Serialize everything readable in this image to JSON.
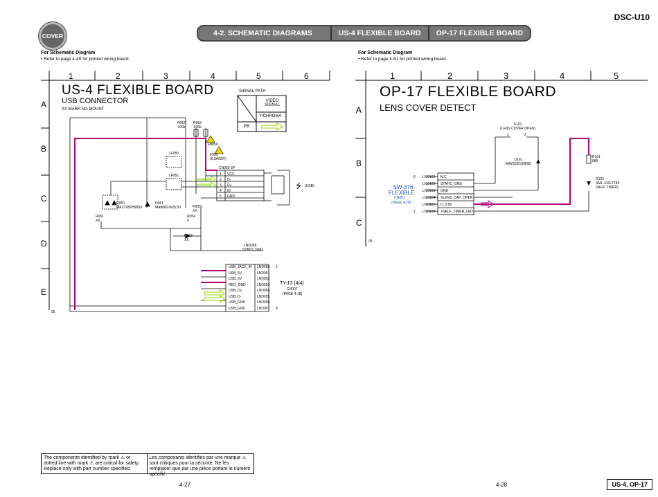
{
  "header": {
    "model": "DSC-U10",
    "cover_label": "COVER",
    "tabs": [
      "4-2. SCHEMATIC DIAGRAMS",
      "US-4 FLEXIBLE BOARD",
      "OP-17 FLEXIBLE BOARD"
    ]
  },
  "left": {
    "note_title": "For Schematic Diagram",
    "note_body": "• Refer to page 4-49 for printed wiring board.",
    "columns": [
      "1",
      "2",
      "3",
      "4",
      "5",
      "6"
    ],
    "rows": [
      "A",
      "B",
      "C",
      "D",
      "E"
    ],
    "board_title": "US-4 FLEXIBLE BOARD",
    "subtitle": "USB CONNECTOR",
    "mark_note": "XX MARK:NO MOUNT",
    "signal_path": {
      "title": "SIGNAL PATH",
      "video": "VIDEO SIGNAL",
      "ychroma": "Y/CHROMA",
      "pb": "PB"
    },
    "parts": {
      "r052": "R052\n100k",
      "r053": "R053\n330k",
      "fb050": "FB050",
      "f050": "F050\n(0.5A/50V)",
      "lf050": "LF050",
      "lf051": "LF051",
      "d050": "D050\nMAZT082H08S0",
      "d051": "D051\nMA8082-(K8).S0",
      "fb051": "FB051\nXX",
      "r051": "R051\nXX",
      "r054": "R054\n0",
      "d052": "D052\nXX",
      "cn050": "CN050   5P",
      "usb": "(USB)",
      "lnd058": "LND058",
      "static_gnd": "STATIC GND"
    },
    "cn050_pins": [
      [
        "1",
        "VCC"
      ],
      [
        "2",
        "D-"
      ],
      [
        "3",
        "D+"
      ],
      [
        "4",
        "ID"
      ],
      [
        "5",
        "GND"
      ]
    ],
    "connector_lines": [
      [
        "USB_JACK_IN",
        "LND050"
      ],
      [
        "USB_5V",
        "LND051"
      ],
      [
        "USB_5V",
        "LND052"
      ],
      [
        "REG_GND",
        "LND053"
      ],
      [
        "USB_D+",
        "LND054"
      ],
      [
        "USB_D-",
        "LND055"
      ],
      [
        "USB_GND",
        "LND056"
      ],
      [
        "USB_GND",
        "LND057"
      ]
    ],
    "ty13": "TY-13 (4/4)",
    "cn007": "CN007",
    "ty_page": "(PAGE 4-18)",
    "pin1": "1",
    "pin8": "8",
    "footer_code": "05",
    "page_num": "4-27"
  },
  "right": {
    "note_title": "For Schematic Diagram",
    "note_body": "• Refer to page 4-51 for printed wiring board.",
    "columns": [
      "1",
      "2",
      "3",
      "4",
      "5"
    ],
    "rows": [
      "A",
      "B",
      "C"
    ],
    "board_title": "OP-17 FLEXIBLE BOARD",
    "subtitle": "LENS COVER DETECT",
    "parts": {
      "s101": "S101\n(LENS COVER OPEN)",
      "d101": "D101\nMAZS051008S0",
      "r101": "R101\n680",
      "d102": "D102\nSML-310LTT86\n(SELF TIMER)",
      "sw376": "SW-376",
      "flexible": "FLEXIBLE",
      "cn001": "CN001",
      "sw_page": "(PAGE 4-29)"
    },
    "connector_lines": [
      [
        "LND101",
        "N.C."
      ],
      [
        "LND102",
        "STATIC_GND"
      ],
      [
        "LND103",
        "GND"
      ],
      [
        "LND104",
        "XLENS_CAP_OPEN"
      ],
      [
        "LND105",
        "D_2.8V"
      ],
      [
        "LND106",
        "XSELF_TIMER_LED"
      ]
    ],
    "pin6": "6",
    "pin1": "1",
    "footer_code": "05",
    "page_num": "4-28"
  },
  "disclaimer": {
    "en": "The components identified by mark ⚠ or dotted line with mark ⚠ are critical for safety. Replace only with part number specified.",
    "fr": "Les composants identifiés par une marque ⚠ sont critiques pour la sécurité.   Ne les remplacer que par une pièce portant le numéro spécifié."
  },
  "page_tag": "US-4, OP-17",
  "colors": {
    "magenta": "#b0007a",
    "green": "#8fd400",
    "header_bg": "#777777"
  }
}
